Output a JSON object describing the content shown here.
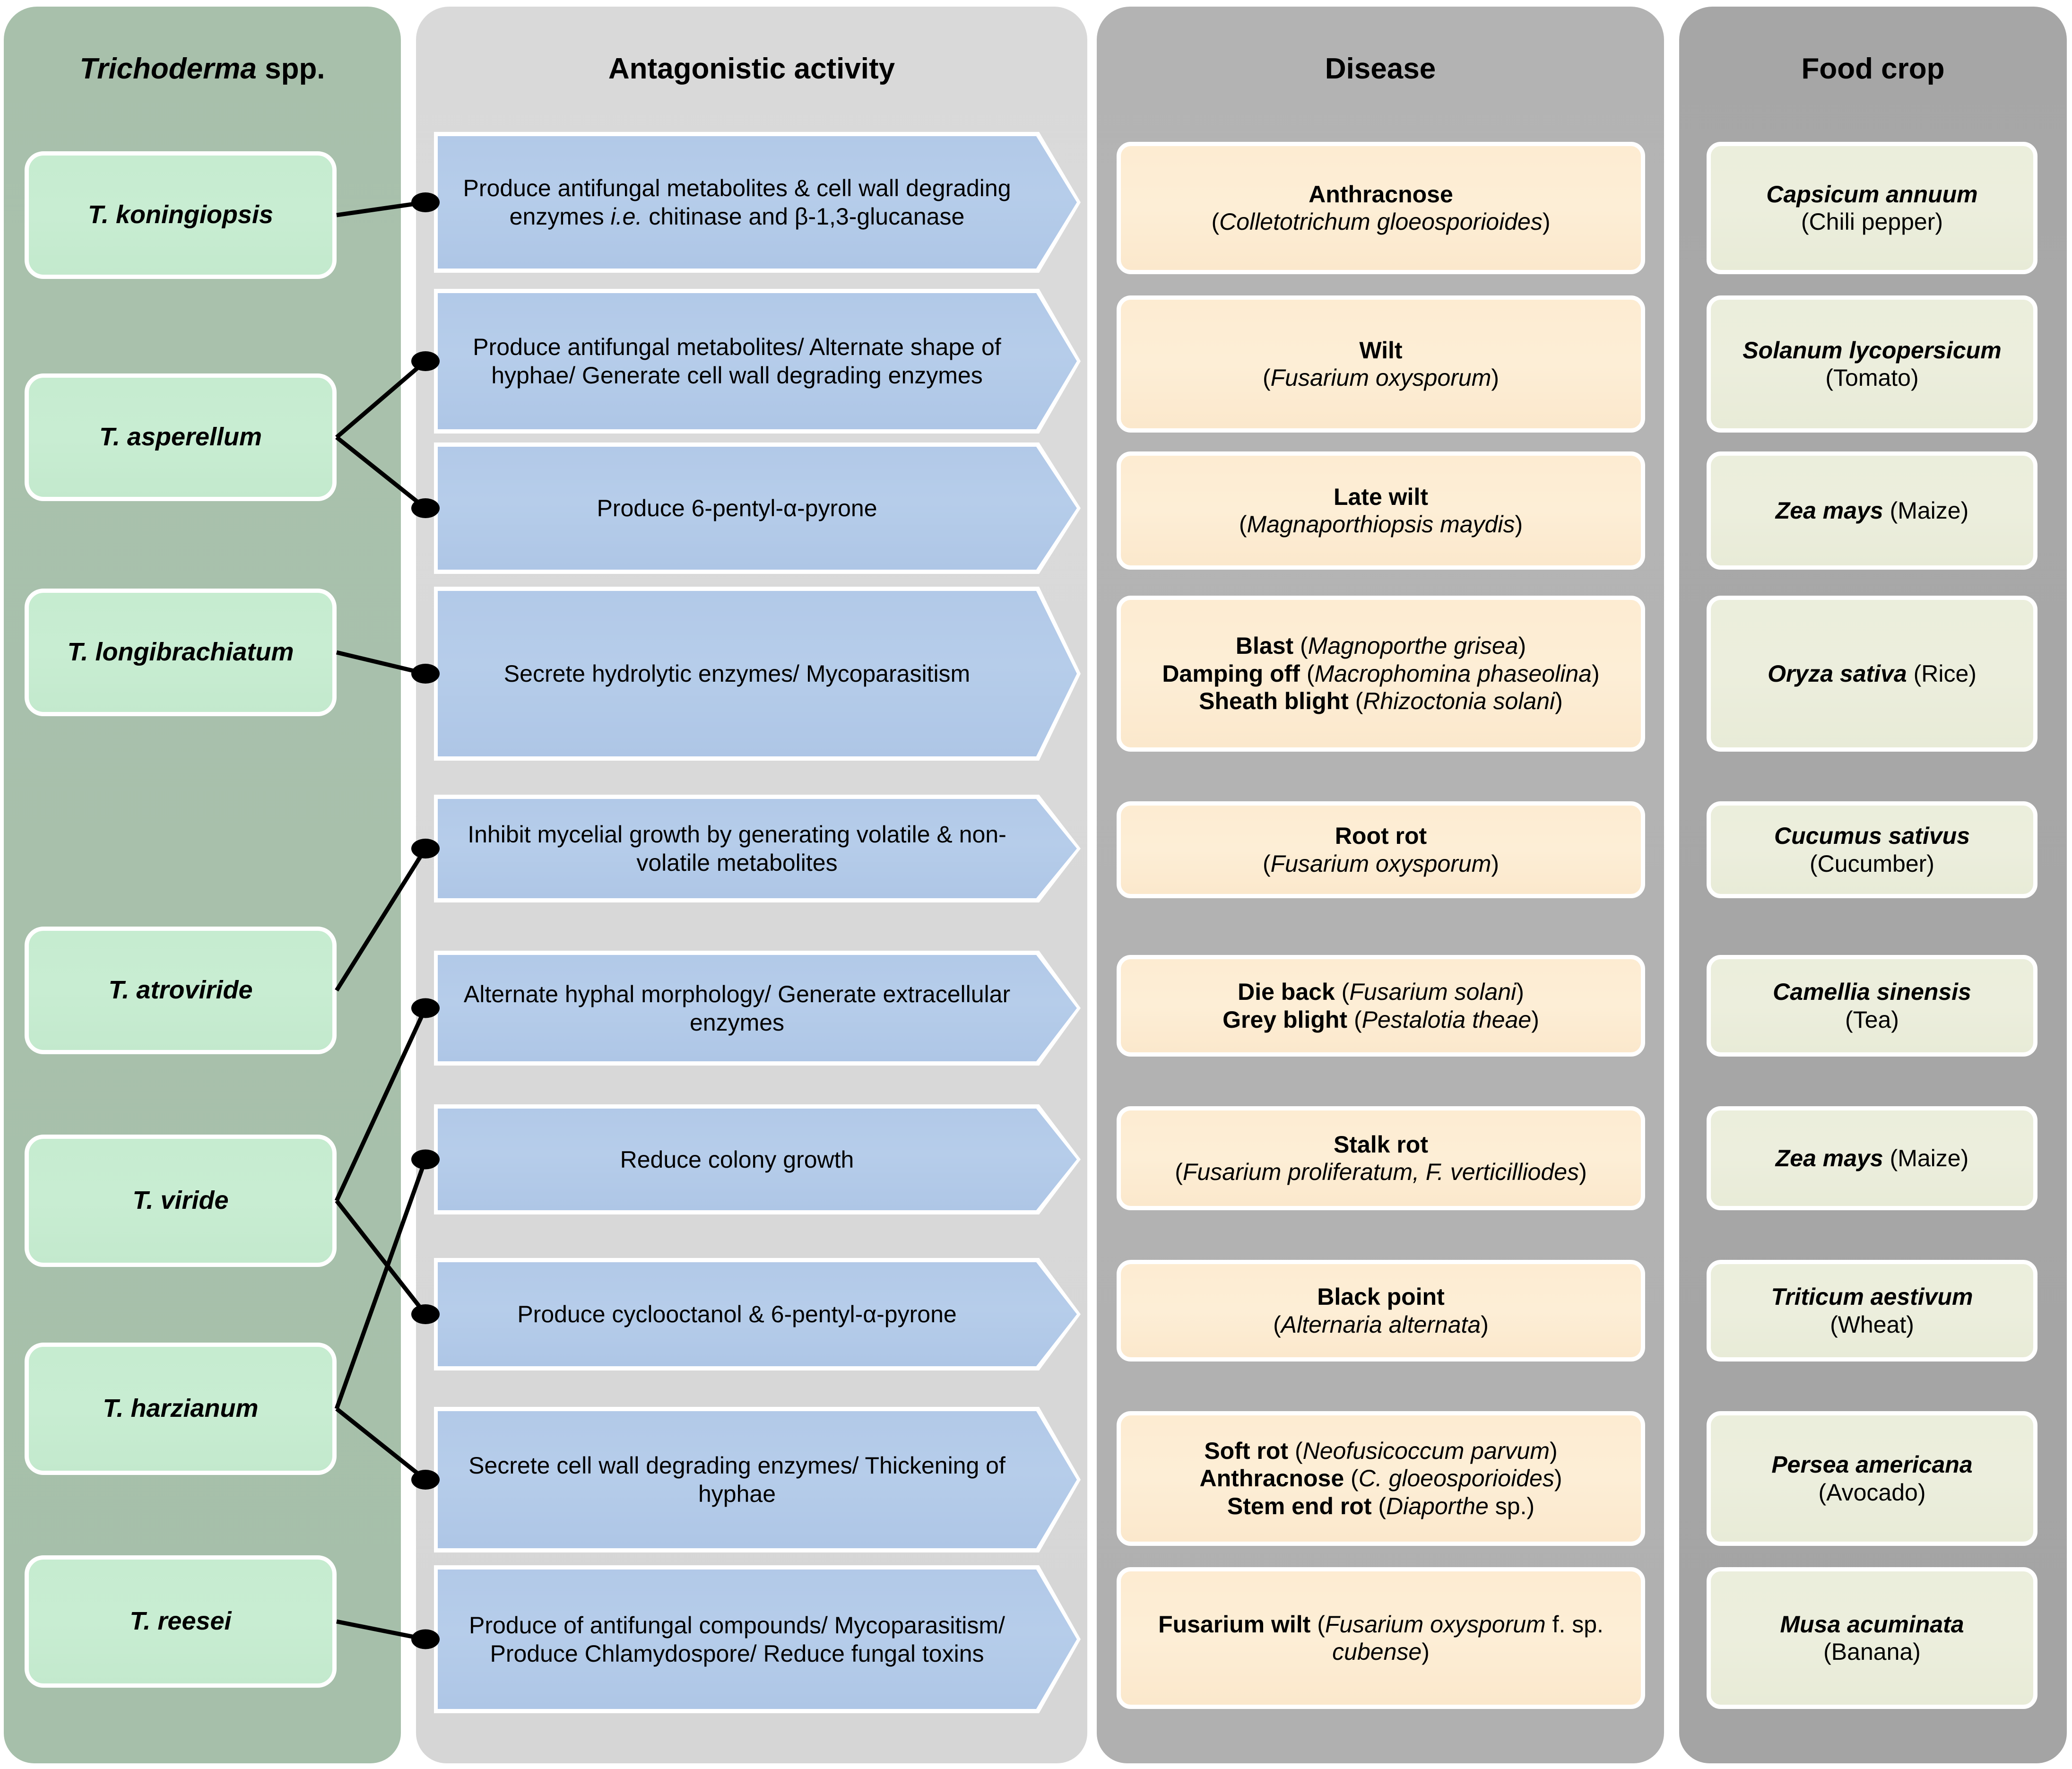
{
  "columns": {
    "species": {
      "header_italic": "Trichoderma",
      "header_rest": " spp."
    },
    "activity": {
      "header": "Antagonistic activity"
    },
    "disease": {
      "header": "Disease"
    },
    "crop": {
      "header": "Food crop"
    }
  },
  "colors": {
    "species_panel": "#a8c0ab",
    "activity_panel": "#d9d9d9",
    "disease_panel": "#b3b3b3",
    "crop_panel": "#a6a6a6",
    "species_card": "#c6ecd0",
    "activity_card": "#b2c9e8",
    "disease_card": "#fdecd2",
    "crop_card": "#ebeedc",
    "connector": "#000000"
  },
  "species": [
    {
      "name": "T. koningiopsis"
    },
    {
      "name": "T. asperellum"
    },
    {
      "name": "T. longibrachiatum"
    },
    {
      "name": "T. atroviride"
    },
    {
      "name": "T. viride"
    },
    {
      "name": "T. harzianum"
    },
    {
      "name": "T. reesei"
    }
  ],
  "activities": [
    {
      "html": "Produce antifungal metabolites &amp; cell wall degrading enzymes <i>i.e.</i> chitinase and β-1,3-glucanase"
    },
    {
      "html": "Produce antifungal metabolites/ Alternate shape of hyphae/ Generate cell wall degrading enzymes"
    },
    {
      "html": "Produce 6-pentyl-α-pyrone"
    },
    {
      "html": "Secrete hydrolytic enzymes/ Mycoparasitism"
    },
    {
      "html": "Inhibit mycelial growth by generating volatile &amp; non-volatile metabolites"
    },
    {
      "html": "Alternate hyphal morphology/ Generate extracellular enzymes"
    },
    {
      "html": "Reduce colony growth"
    },
    {
      "html": "Produce cyclooctanol &amp; 6-pentyl-α-pyrone"
    },
    {
      "html": "Secrete cell wall degrading enzymes/ Thickening of hyphae"
    },
    {
      "html": "Produce of antifungal compounds/ Mycoparasitism/ Produce Chlamydospore/ Reduce fungal toxins"
    }
  ],
  "diseases": [
    {
      "html": "<b>Anthracnose</b><br>(<i>Colletotrichum gloeosporioides</i>)"
    },
    {
      "html": "<b>Wilt</b><br>(<i>Fusarium oxysporum</i>)"
    },
    {
      "html": "<b>Late wilt</b><br>(<i>Magnaporthiopsis maydis</i>)"
    },
    {
      "html": "<b>Blast</b> (<i>Magnoporthe grisea</i>)<br><b>Damping off</b> (<i>Macrophomina phaseolina</i>)<br><b>Sheath blight</b> (<i>Rhizoctonia solani</i>)"
    },
    {
      "html": "<b>Root rot</b><br>(<i>Fusarium oxysporum</i>)"
    },
    {
      "html": "<b>Die back</b> (<i>Fusarium solani</i>)<br><b>Grey blight</b> (<i>Pestalotia theae</i>)"
    },
    {
      "html": "<b>Stalk rot</b><br>(<i>Fusarium proliferatum, F. verticilliodes</i>)"
    },
    {
      "html": "<b>Black point</b><br>(<i>Alternaria alternata</i>)"
    },
    {
      "html": "<b>Soft rot</b> (<i>Neofusicoccum parvum</i>)<br><b>Anthracnose</b> (<i>C. gloeosporioides</i>)<br><b>Stem end rot</b> (<i>Diaporthe</i> sp.)"
    },
    {
      "html": "<b>Fusarium wilt</b> (<i>Fusarium oxysporum</i> f. sp. <i>cubense</i>)"
    }
  ],
  "crops": [
    {
      "html": "<b>Capsicum annuum</b><br>(Chili pepper)"
    },
    {
      "html": "<b>Solanum lycopersicum</b><br>(Tomato)"
    },
    {
      "html": "<b>Zea mays</b> (Maize)"
    },
    {
      "html": "<b>Oryza sativa</b> (Rice)"
    },
    {
      "html": "<b>Cucumus sativus</b><br>(Cucumber)"
    },
    {
      "html": "<b>Camellia sinensis</b><br>(Tea)"
    },
    {
      "html": "<b>Zea mays</b> (Maize)"
    },
    {
      "html": "<b>Triticum aestivum</b><br>(Wheat)"
    },
    {
      "html": "<b>Persea americana</b><br>(Avocado)"
    },
    {
      "html": "<b>Musa acuminata</b><br>(Banana)"
    }
  ],
  "connectors": [
    {
      "from_species": 0,
      "to_activity": 0
    },
    {
      "from_species": 1,
      "to_activity": 1
    },
    {
      "from_species": 1,
      "to_activity": 2
    },
    {
      "from_species": 2,
      "to_activity": 3
    },
    {
      "from_species": 3,
      "to_activity": 4
    },
    {
      "from_species": 4,
      "to_activity": 5
    },
    {
      "from_species": 4,
      "to_activity": 7
    },
    {
      "from_species": 5,
      "to_activity": 6
    },
    {
      "from_species": 5,
      "to_activity": 8
    },
    {
      "from_species": 6,
      "to_activity": 9
    }
  ]
}
